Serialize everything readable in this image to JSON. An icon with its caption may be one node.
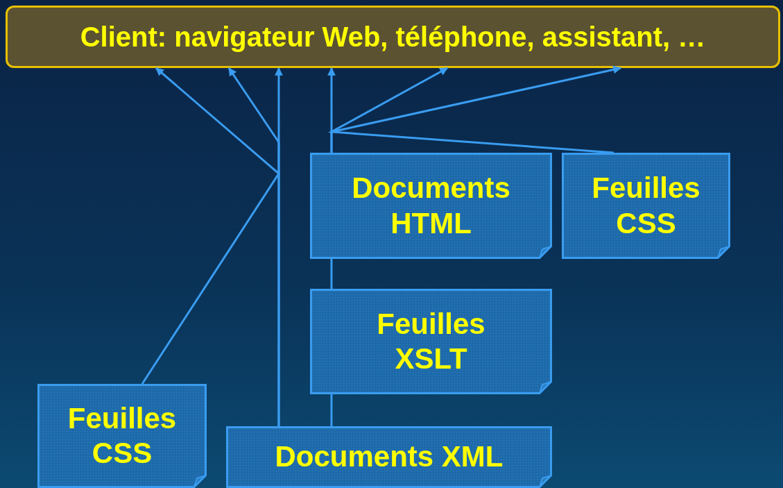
{
  "diagram": {
    "nodes": [
      {
        "text": [
          "Client: navigateur Web, téléphone, assistant, …"
        ]
      },
      {
        "text": [
          "Documents HTML"
        ]
      },
      {
        "text": [
          "Feuilles CSS"
        ]
      },
      {
        "text": [
          "Feuilles XSLT"
        ]
      },
      {
        "text": [
          "Feuilles CSS"
        ]
      },
      {
        "text": [
          "Documents XML"
        ]
      }
    ],
    "edges": [
      {
        "from": 4,
        "to": 0,
        "arrow": "to"
      },
      {
        "from": 5,
        "to": 0,
        "arrow": "to"
      },
      {
        "from": 5,
        "to": 0,
        "arrow": "to"
      },
      {
        "from": 5,
        "to": 3,
        "arrow": "none"
      },
      {
        "from": 3,
        "to": 1,
        "arrow": "none"
      },
      {
        "from": 1,
        "to": 0,
        "arrow": "to"
      },
      {
        "from": 2,
        "to": 0,
        "arrow": "to"
      },
      {
        "from": 1,
        "to": 0,
        "arrow": "to"
      }
    ]
  }
}
